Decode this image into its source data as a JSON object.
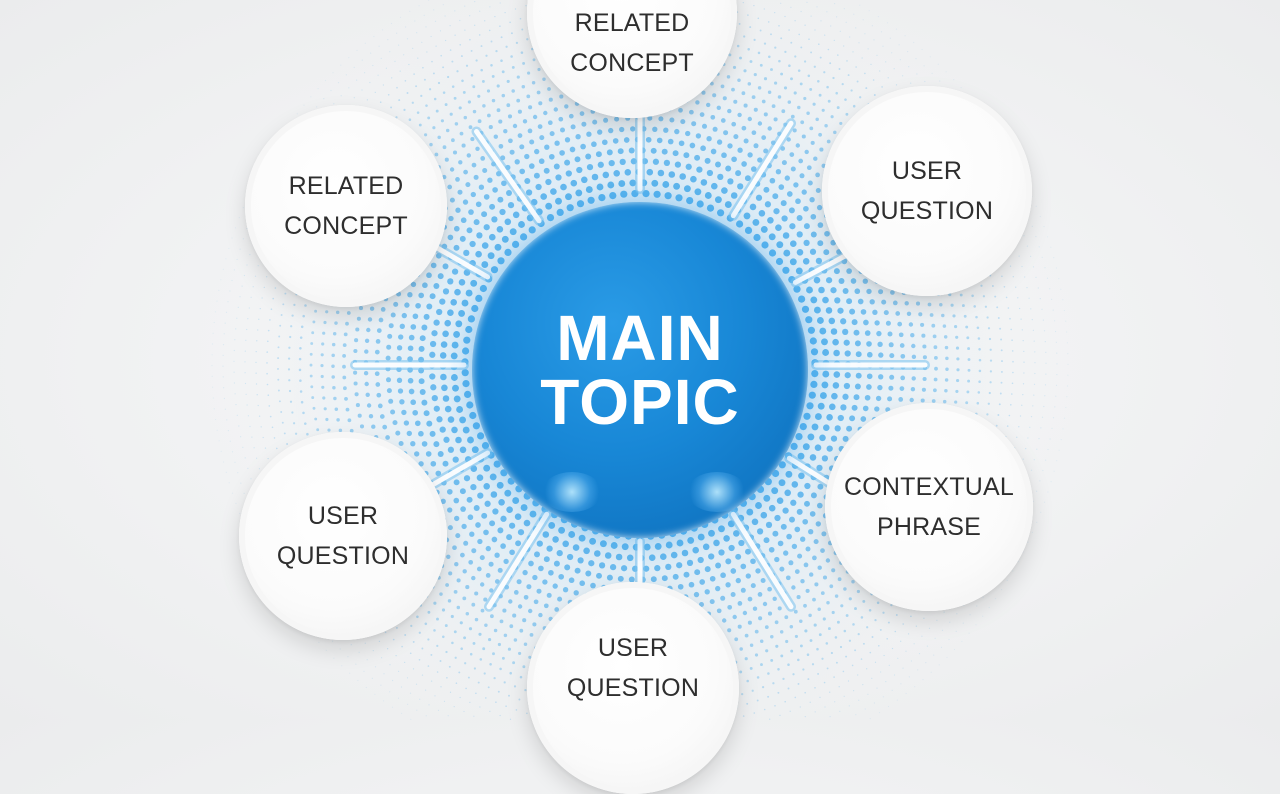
{
  "diagram": {
    "center": {
      "label": "MAIN\nTOPIC",
      "color": "#1a86d4"
    },
    "nodes": [
      {
        "label": "RELATED\nCONCEPT"
      },
      {
        "label": "USER\nQUESTION"
      },
      {
        "label": "CONTEXTUAL\nPHRASE"
      },
      {
        "label": "USER\nQUESTION"
      },
      {
        "label": "USER\nQUESTION"
      },
      {
        "label": "RELATED\nCONCEPT"
      }
    ],
    "accent_color": "#3fa7ea",
    "background_color": "#f1f2f3"
  }
}
